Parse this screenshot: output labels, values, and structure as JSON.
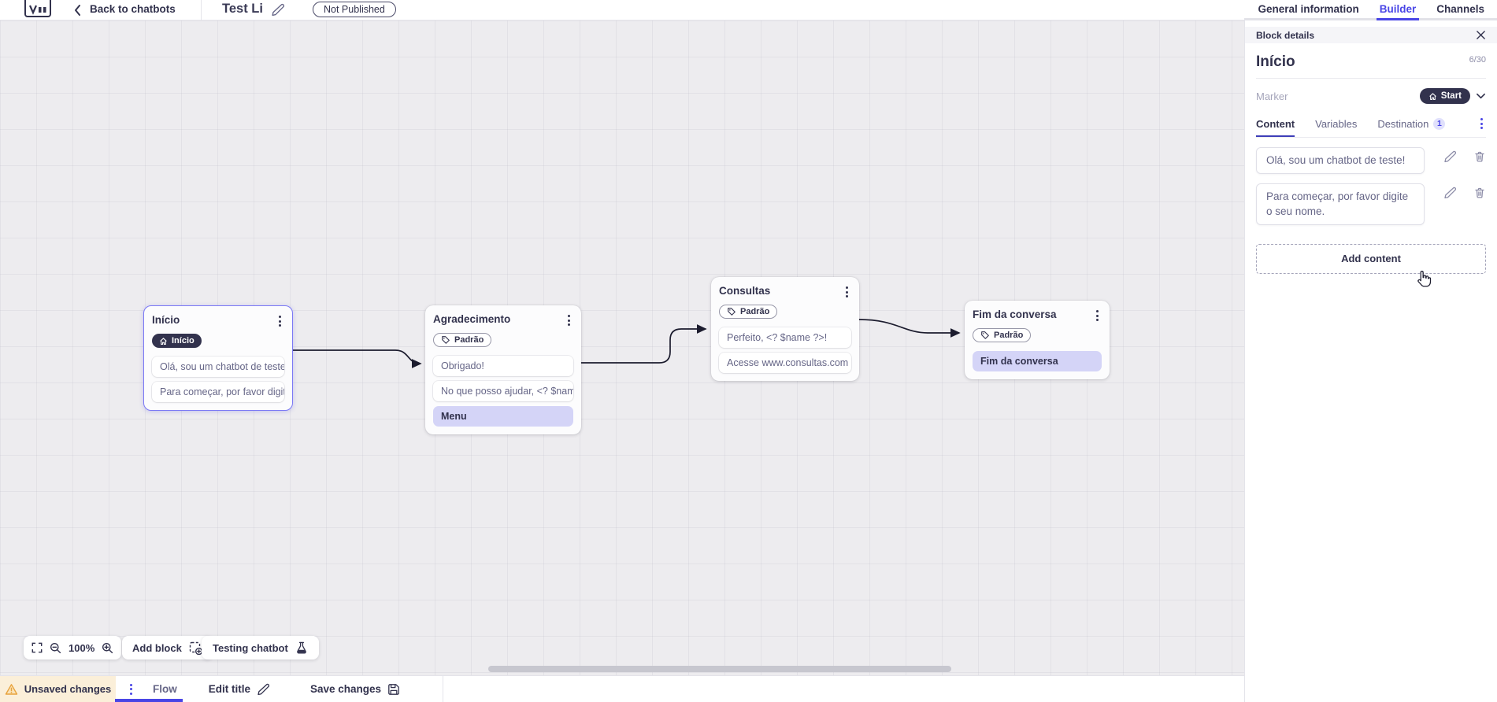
{
  "topbar": {
    "back_label": "Back to chatbots",
    "title": "Test Li",
    "status_badge": "Not Published"
  },
  "top_tabs": {
    "general": "General information",
    "builder": "Builder",
    "channels": "Channels"
  },
  "panel": {
    "header": "Block details",
    "block_title": "Início",
    "char_counter": "6/30",
    "marker_label": "Marker",
    "marker_value": "Start",
    "tab_content": "Content",
    "tab_variables": "Variables",
    "tab_destination": "Destination",
    "destination_badge": "1",
    "contents": [
      {
        "text": "Olá, sou um chatbot de teste!"
      },
      {
        "text": "Para começar, por favor digite o seu nome."
      }
    ],
    "add_content_label": "Add content"
  },
  "canvas": {
    "nodes": [
      {
        "title": "Início",
        "badge": "Início",
        "rows": [
          {
            "text": "Olá, sou um chatbot de teste!"
          },
          {
            "text": "Para começar, por favor digite o ..."
          }
        ]
      },
      {
        "title": "Agradecimento",
        "badge": "Padrão",
        "rows": [
          {
            "text": "Obrigado!"
          },
          {
            "text": "No que posso ajudar, <? $name ..."
          },
          {
            "text": "Menu"
          }
        ]
      },
      {
        "title": "Consultas",
        "badge": "Padrão",
        "rows": [
          {
            "text": "Perfeito, <? $name ?>!"
          },
          {
            "text": "Acesse www.consultas.com par..."
          }
        ]
      },
      {
        "title": "Fim da conversa",
        "badge": "Padrão",
        "rows": [
          {
            "text": "Fim da conversa"
          }
        ]
      }
    ],
    "controls": {
      "zoom_level": "100%",
      "add_block": "Add block",
      "testing": "Testing chatbot"
    }
  },
  "bottombar": {
    "unsaved": "Unsaved changes",
    "flow": "Flow",
    "edit_title": "Edit title",
    "save": "Save changes"
  },
  "colors": {
    "accent": "#4945E6",
    "dark_pill": "#32324D",
    "row_highlight": "#D4D4F7",
    "warning_bg": "#FBEFD9",
    "canvas_bg": "#EDECEF"
  }
}
